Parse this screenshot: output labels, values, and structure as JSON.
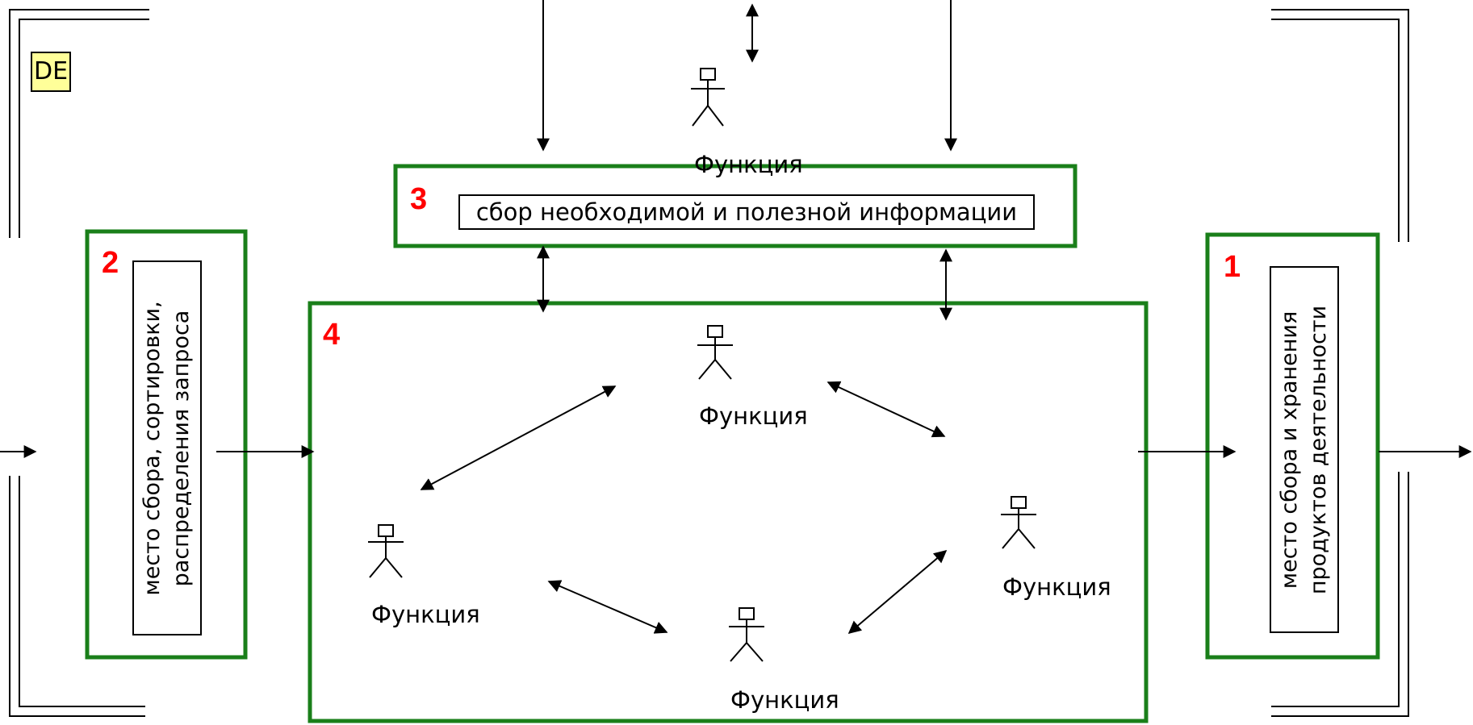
{
  "badge": "DE",
  "regions": [
    {
      "number": "1"
    },
    {
      "number": "2"
    },
    {
      "number": "3"
    },
    {
      "number": "4"
    }
  ],
  "box_1": {
    "line1": "место сбора и хранения",
    "line2": "продуктов деятельности"
  },
  "box_2": {
    "line1": "место сбора, сортировки,",
    "line2": "распределения запроса"
  },
  "box_3": {
    "text": "сбор необходимой и полезной информации"
  },
  "actors": [
    {
      "label": "Функция"
    },
    {
      "label": "Функция"
    },
    {
      "label": "Функция"
    },
    {
      "label": "Функция"
    },
    {
      "label": "Функция"
    }
  ],
  "colors": {
    "region_border": "#1a7f1a",
    "region_number": "#ff0000",
    "badge_fill": "#ffff99",
    "line": "#000000"
  }
}
